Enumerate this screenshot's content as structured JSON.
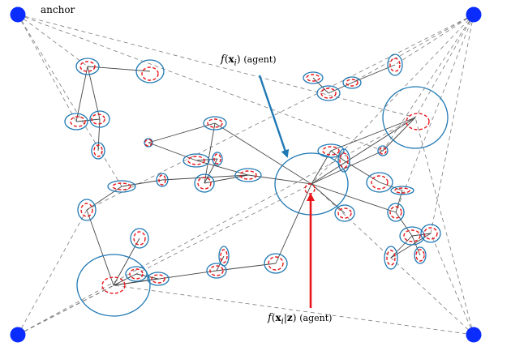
{
  "labels": {
    "anchor": "anchor",
    "agent_top": {
      "f": "f",
      "open": "(",
      "x": "x",
      "sub": "i",
      "close": ")",
      "note": "(agent)"
    },
    "agent_bottom": {
      "f": "f",
      "open": "(",
      "x": "x",
      "sub": "i",
      "bar": "|",
      "z": "z",
      "close": ")",
      "note": "(agent)"
    }
  },
  "colors": {
    "anchor_fill": "#0a2cff",
    "ellipse_blue": "#1f78b4",
    "ellipse_red": "#e8161b",
    "edge": "#444444",
    "dashed_edge": "#7a7a7a",
    "arrow_blue": "#1f78b4",
    "arrow_red": "#e8161b"
  }
}
